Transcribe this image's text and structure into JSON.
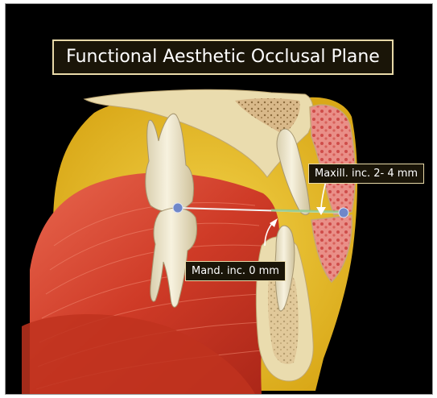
{
  "title": "Functional Aesthetic Occlusal Plane",
  "annotations": {
    "maxillary_incisor": "Maxill. inc. 2- 4 mm",
    "mandibular_incisor": "Mand. inc. 0 mm"
  },
  "colors": {
    "background": "#000000",
    "muscle": "#d2412c",
    "bone": "#eadcae",
    "fat": "#e7c22a",
    "gum": "#e68a86",
    "tooth": "#efe8cf",
    "plane_line": "#8fc98a",
    "point_marker": "#6f87c9",
    "label_border": "#e8d9a8"
  }
}
